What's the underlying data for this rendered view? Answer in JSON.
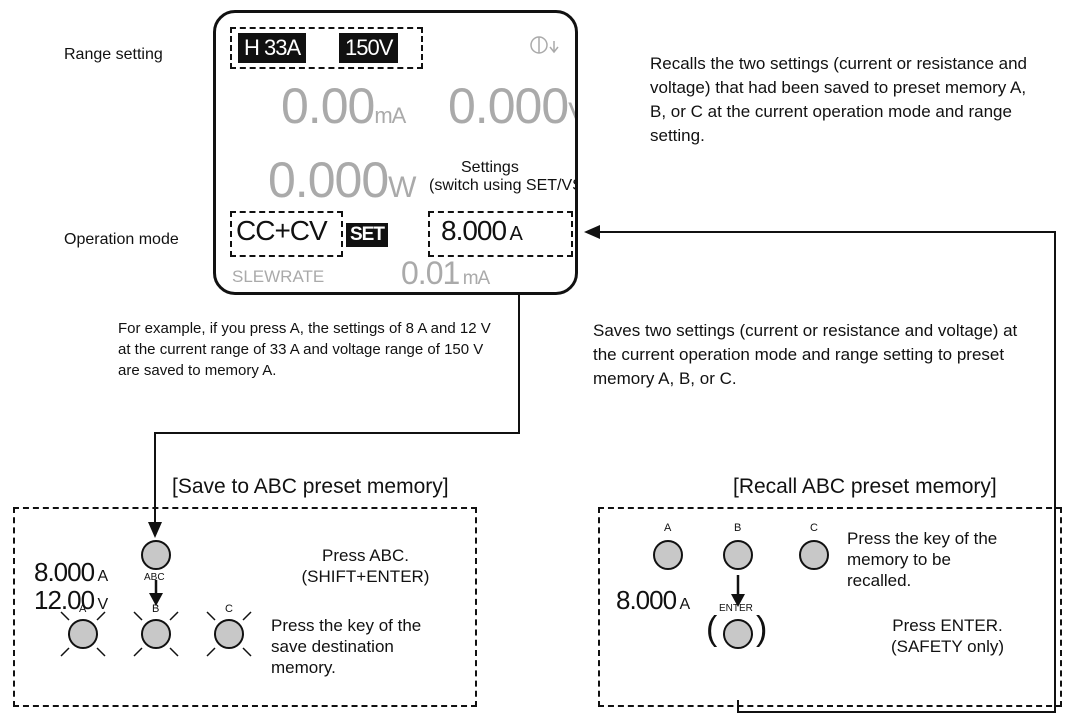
{
  "labels": {
    "range_setting": "Range setting",
    "operation_mode": "Operation mode"
  },
  "lcd": {
    "range_current": "H 33A",
    "range_voltage": "150V",
    "current_value": "0.00",
    "current_unit": "mA",
    "voltage_value": "0.000",
    "voltage_unit": "V",
    "power_value": "0.000",
    "power_unit": "W",
    "mode": "CC+CV",
    "set_badge": "SET",
    "setting_value": "8.000",
    "setting_unit": "A",
    "slewrate_label": "SLEWRATE",
    "slewrate_value": "0.01",
    "slewrate_unit": "mA",
    "settings_note_line1": "Settings",
    "settings_note_line2": "(switch using SET/VSET)"
  },
  "notes": {
    "recall_desc": "Recalls the two settings (current or resistance and voltage) that had been saved to preset memory A, B, or C at the current operation mode and range setting.",
    "example": "For example, if you press A, the settings of 8 A and 12 V at the current range of 33 A and voltage range of 150 V are saved to memory A.",
    "save_desc": "Saves two settings (current or resistance and voltage) at the current operation mode and range setting to preset memory A, B, or C."
  },
  "save_panel": {
    "title": "[Save to ABC preset memory]",
    "value_current": "8.000",
    "unit_current": "A",
    "value_voltage": "12.00",
    "unit_voltage": "V",
    "abc_key_label": "ABC",
    "step1_line1": "Press ABC.",
    "step1_line2": "(SHIFT+ENTER)",
    "key_a": "A",
    "key_b": "B",
    "key_c": "C",
    "step2_line1": "Press the key of the",
    "step2_line2": "save destination",
    "step2_line3": "memory."
  },
  "recall_panel": {
    "title": "[Recall ABC preset memory]",
    "key_a": "A",
    "key_b": "B",
    "key_c": "C",
    "step1_line1": "Press the key of the",
    "step1_line2": "memory to be",
    "step1_line3": "recalled.",
    "value": "8.000",
    "unit": "A",
    "enter_label": "ENTER",
    "step2_line1": "Press ENTER.",
    "step2_line2": "(SAFETY only)"
  }
}
